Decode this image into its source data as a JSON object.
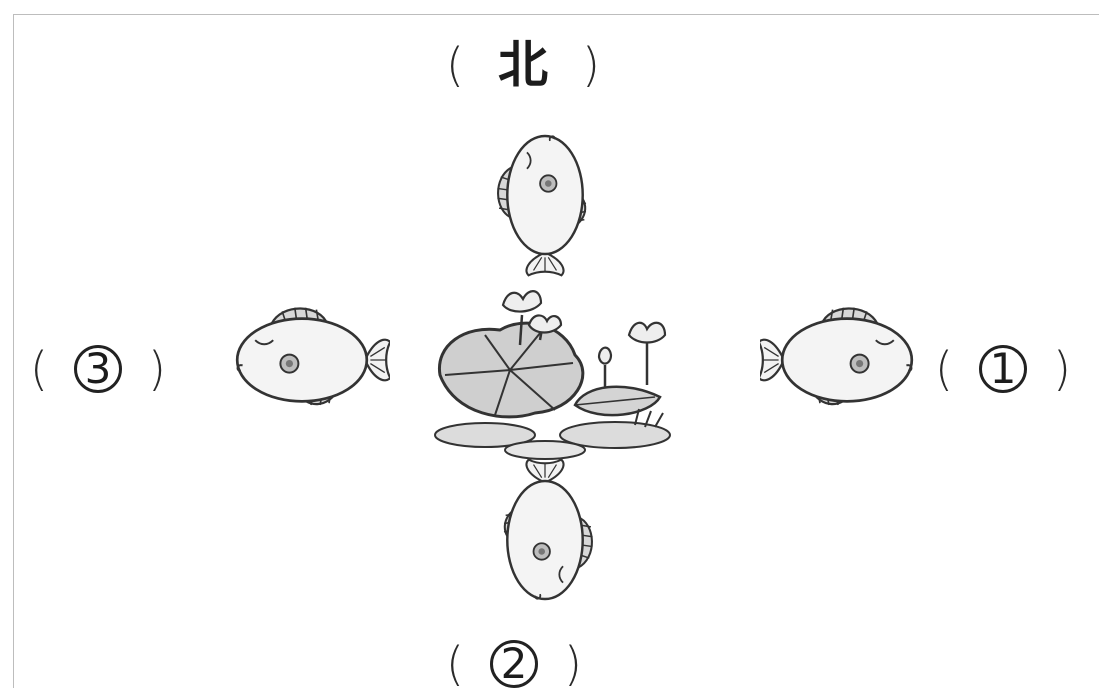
{
  "labels": {
    "north": {
      "open": "(",
      "text": "北",
      "close": ")"
    },
    "east": {
      "open": "(",
      "text": "1",
      "close": ")"
    },
    "south": {
      "open": "(",
      "text": "2",
      "close": ")"
    },
    "west": {
      "open": "(",
      "text": "3",
      "close": ")"
    }
  },
  "colors": {
    "line": "#333333",
    "fill": "#f2f2f2",
    "scale": "#b8b8b8"
  },
  "icons": {
    "center": "lotus-pond-illustration",
    "fish": "pufferfish-illustration"
  }
}
